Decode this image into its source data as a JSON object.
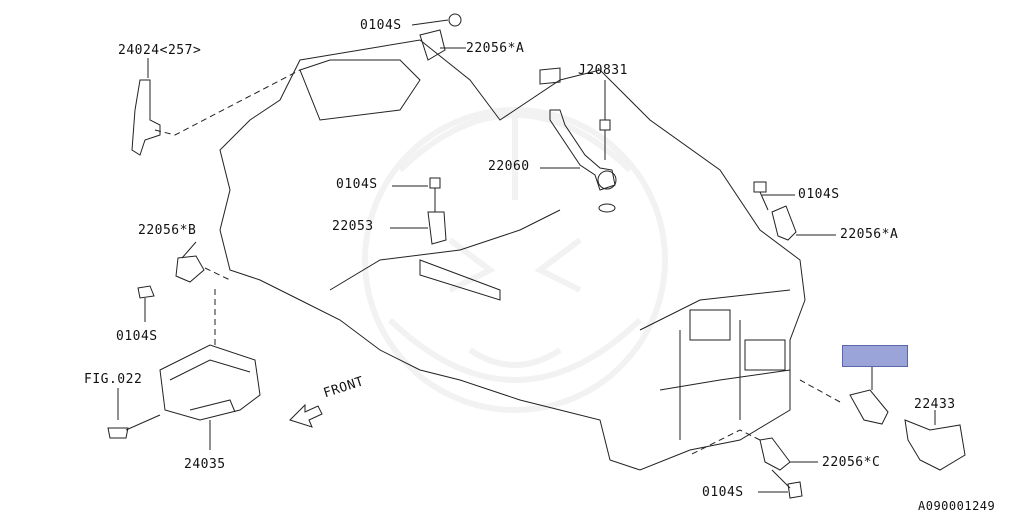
{
  "labels": {
    "bolt_top": "0104S",
    "sensor_top_a": "22056*A",
    "bracket": "24024<257>",
    "pipe_code": "J20831",
    "knock_sensor": "22060",
    "bolt_mid": "0104S",
    "cam_sensor": "22053",
    "sensor_b": "22056*B",
    "bolt_left": "0104S",
    "bolt_right": "0104S",
    "sensor_right_a": "22056*A",
    "fig_ref": "FIG.022",
    "cover": "24035",
    "front": "FRONT",
    "coil": "22433",
    "sensor_c": "22056*C",
    "bolt_bottom": "0104S",
    "diagram_id": "A090001249"
  },
  "colors": {
    "line": "#222222",
    "highlight": "#9aa4d8",
    "watermark": "#888888"
  }
}
